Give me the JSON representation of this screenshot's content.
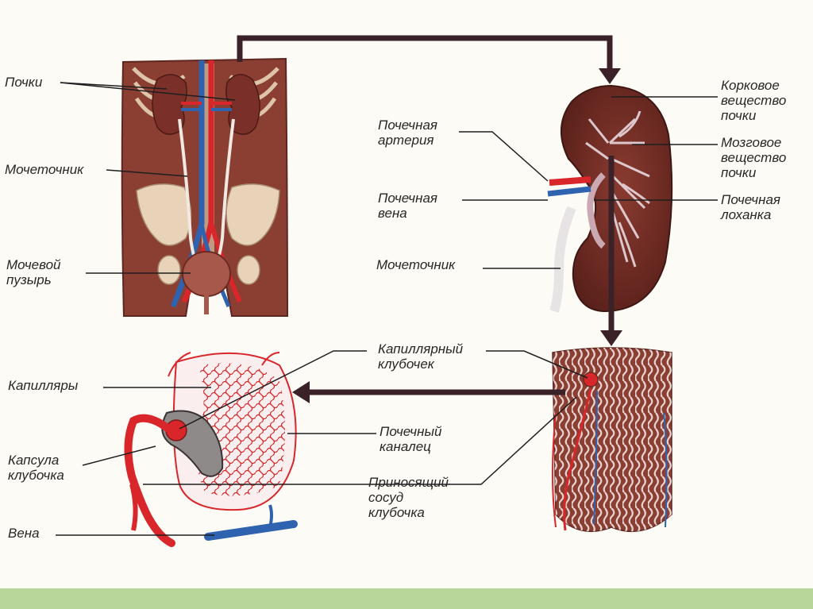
{
  "colors": {
    "background": "#fdfbf6",
    "footer_bar": "#b8d69a",
    "arrow": "#3a2228",
    "tissue": "#8b3f32",
    "tissue_dark": "#5e2620",
    "bone": "#e8d3b8",
    "artery": "#d8262a",
    "vein": "#2f63b0",
    "kidney": "#6e2a22",
    "medulla_rays": "#efe2e8"
  },
  "labels": {
    "kidneys": "Почки",
    "ureter_body": "Мочеточник",
    "bladder": [
      "Мочевой",
      "пузырь"
    ],
    "renal_artery": [
      "Почечная",
      "артерия"
    ],
    "renal_vein": [
      "Почечная",
      "вена"
    ],
    "ureter_kidney": "Мочеточник",
    "cortex": [
      "Корковое",
      "вещество",
      "почки"
    ],
    "medulla": [
      "Мозговое",
      "вещество",
      "почки"
    ],
    "pelvis": [
      "Почечная",
      "лоханка"
    ],
    "capillary_glomerulus": [
      "Капиллярный",
      "клубочек"
    ],
    "capillaries": "Капилляры",
    "renal_tubule": [
      "Почечный",
      "каналец"
    ],
    "capsule": [
      "Капсула",
      "клубочка"
    ],
    "afferent_vessel": [
      "Приносящий",
      "сосуд",
      "клубочка"
    ],
    "vein": "Вена"
  }
}
